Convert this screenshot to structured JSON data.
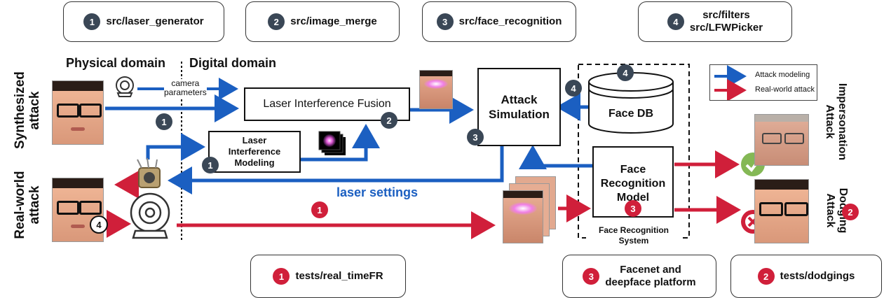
{
  "code_boxes": {
    "b1": {
      "num": "1",
      "text": "src/laser_generator"
    },
    "b2": {
      "num": "2",
      "text": "src/image_merge"
    },
    "b3": {
      "num": "3",
      "text": "src/face_recognition"
    },
    "b4": {
      "num": "4",
      "line1": "src/filters",
      "line2": "src/LFWPicker"
    },
    "b5": {
      "num": "1",
      "text": "tests/real_timeFR"
    },
    "b6": {
      "num": "3",
      "line1": "Facenet and",
      "line2": "deepface platform"
    },
    "b7": {
      "num": "2",
      "text": "tests/dodgings"
    }
  },
  "domains": {
    "physical": "Physical domain",
    "digital": "Digital domain"
  },
  "side_labels": {
    "synth_1": "Synthesized",
    "synth_2": "attack",
    "real_1": "Real-world",
    "real_2": "attack",
    "imp_1": "Impersonation",
    "imp_2": "Attack",
    "dodge_1": "Dodging",
    "dodge_2": "Attack"
  },
  "nodes": {
    "fusion": "Laser Interference Fusion",
    "modeling_1": "Laser",
    "modeling_2": "Interference",
    "modeling_3": "Modeling",
    "sim_1": "Attack",
    "sim_2": "Simulation",
    "facedb": "Face DB",
    "frm_1": "Face",
    "frm_2": "Recognition",
    "frm_3": "Model",
    "system_1": "Face Recognition",
    "system_2": "System"
  },
  "annotations": {
    "camera_1": "camera",
    "camera_2": "parameters",
    "laser_settings": "laser settings"
  },
  "legend": {
    "blue": "Attack modeling",
    "red": "Real-world attack"
  },
  "markers": {
    "m1": "1",
    "m2": "1",
    "m3": "2",
    "m4": "3",
    "m5": "4",
    "m6": "4",
    "m7": "1",
    "m8": "3",
    "m9": "4",
    "m10": "2"
  },
  "colors": {
    "blue": "#1b5fc1",
    "red": "#d01f3a",
    "dark_badge": "#3a4756"
  }
}
